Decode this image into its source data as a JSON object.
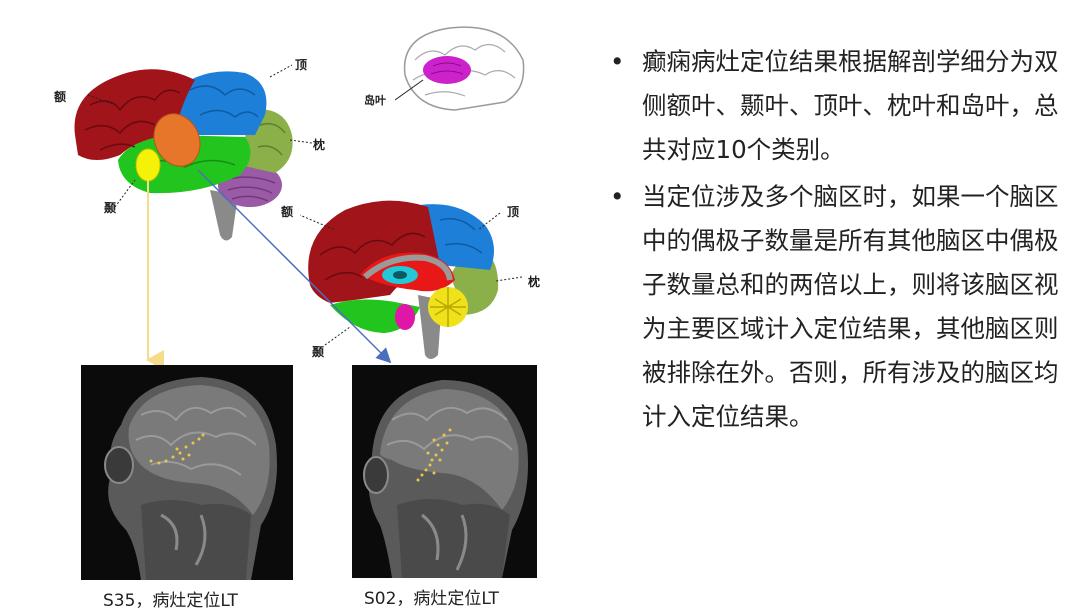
{
  "labels": {
    "frontal": "额",
    "parietal": "顶",
    "occipital": "枕",
    "temporal": "颞",
    "insula": "岛叶"
  },
  "captions": {
    "left": "S35，病灶定位LT",
    "right": "S02，病灶定位LT"
  },
  "bullets": [
    "癫痫病灶定位结果根据解剖学细分为双侧额叶、颞叶、顶叶、枕叶和岛叶，总共对应10个类别。",
    "当定位涉及多个脑区时，如果一个脑区中的偶极子数量是所有其他脑区中偶极子数量总和的两倍以上，则将该脑区视为主要区域计入定位结果，其他脑区则被排除在外。否则，所有涉及的脑区均计入定位结果。"
  ],
  "colors": {
    "frontal": "#a0141a",
    "parietal": "#1e7fd8",
    "occipital": "#8bb04a",
    "temporal": "#22c41e",
    "cerebellum": "#9a5aa6",
    "insula": "#cc22cc",
    "yellow_arrow": "#f5dc8a",
    "blue_arrow": "#4a6fbe"
  }
}
